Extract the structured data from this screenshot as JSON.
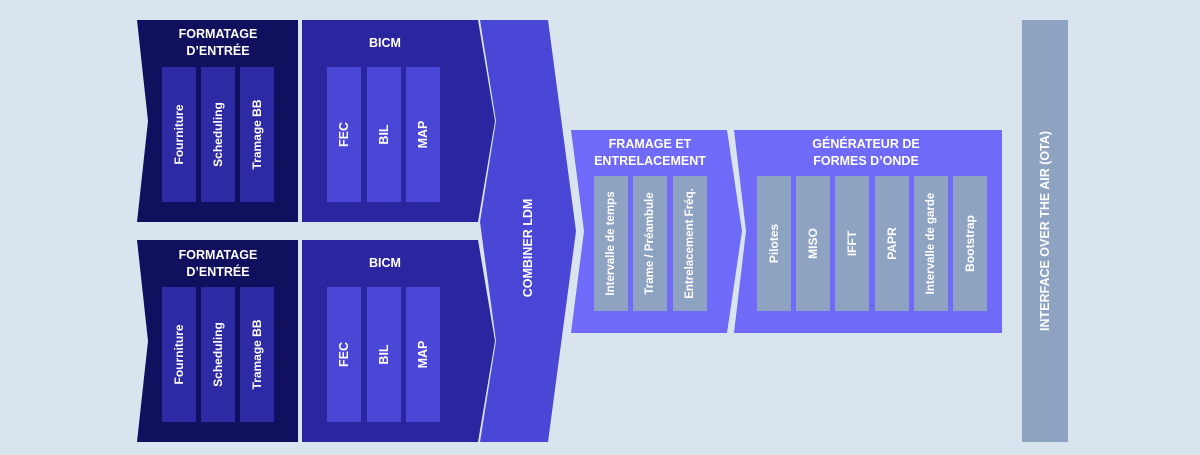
{
  "colors": {
    "background": "#d9e4ee",
    "input_formatting": "#10105e",
    "input_cell": "#2e2aa3",
    "bicm": "#2b26a0",
    "bicm_cell": "#4a46d6",
    "combiner": "#4a46d6",
    "framing": "#6f6af8",
    "framing_cell": "#8ea2c2",
    "waveform": "#6f6af8",
    "waveform_cell": "#8ea2c2",
    "ota": "#8ea2c2"
  },
  "pipelines": [
    {
      "input_formatting": {
        "title_line1": "FORMATAGE",
        "title_line2": "D’ENTRÉE",
        "items": [
          "Fourniture",
          "Scheduling",
          "Tramage BB"
        ]
      },
      "bicm": {
        "title": "BICM",
        "items": [
          "FEC",
          "BIL",
          "MAP"
        ]
      }
    },
    {
      "input_formatting": {
        "title_line1": "FORMATAGE",
        "title_line2": "D’ENTRÉE",
        "items": [
          "Fourniture",
          "Scheduling",
          "Tramage BB"
        ]
      },
      "bicm": {
        "title": "BICM",
        "items": [
          "FEC",
          "BIL",
          "MAP"
        ]
      }
    }
  ],
  "combiner": {
    "label": "COMBINER LDM"
  },
  "framing": {
    "title_line1": "FRAMAGE ET",
    "title_line2": "ENTRELACEMENT",
    "items": [
      "Intervalle de temps",
      "Trame / Préambule",
      "Entrelacement Fréq."
    ]
  },
  "waveform": {
    "title_line1": "GÉNÉRATEUR DE",
    "title_line2": "FORMES D’ONDE",
    "items": [
      "Pilotes",
      "MISO",
      "IFFT",
      "PAPR",
      "Intervalle de garde",
      "Bootstrap"
    ]
  },
  "ota": {
    "label": "INTERFACE OVER THE AIR (OTA)"
  }
}
